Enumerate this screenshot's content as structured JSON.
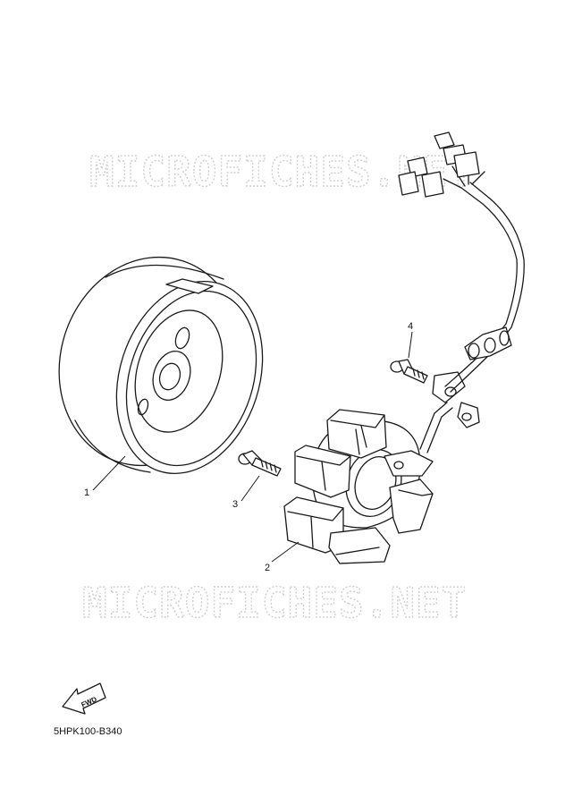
{
  "watermark": {
    "text_top": "MICROFICHES.NET",
    "text_bottom": "MICROFICHES.NET"
  },
  "callouts": [
    {
      "id": "1",
      "label": "1"
    },
    {
      "id": "2",
      "label": "2"
    },
    {
      "id": "3",
      "label": "3"
    },
    {
      "id": "4",
      "label": "4"
    }
  ],
  "fwd_badge": {
    "label": "FWD"
  },
  "diagram_code": "5HPK100-B340"
}
